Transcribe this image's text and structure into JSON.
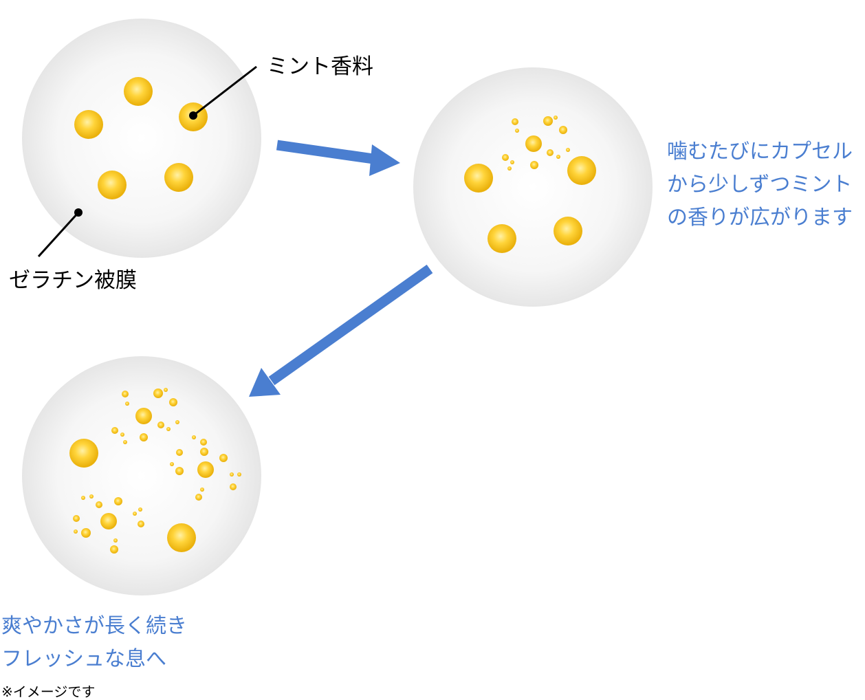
{
  "labels": {
    "mint_flavor": "ミント香料",
    "gelatin_film": "ゼラチン被膜",
    "stage2_line1": "噛むたびにカプセル",
    "stage2_line2": "から少しずつミント",
    "stage2_line3": "の香りが広がります",
    "stage3_line1": "爽やかさが長く続き",
    "stage3_line2": "フレッシュな息へ",
    "note": "※イメージです"
  },
  "colors": {
    "capsule": "#efefef",
    "droplet": "#f5c21b",
    "droplet_highlight": "#ffe98a",
    "arrow": "#4a7ed0",
    "text_blue": "#4a7ed0",
    "leader_line": "#000000"
  }
}
